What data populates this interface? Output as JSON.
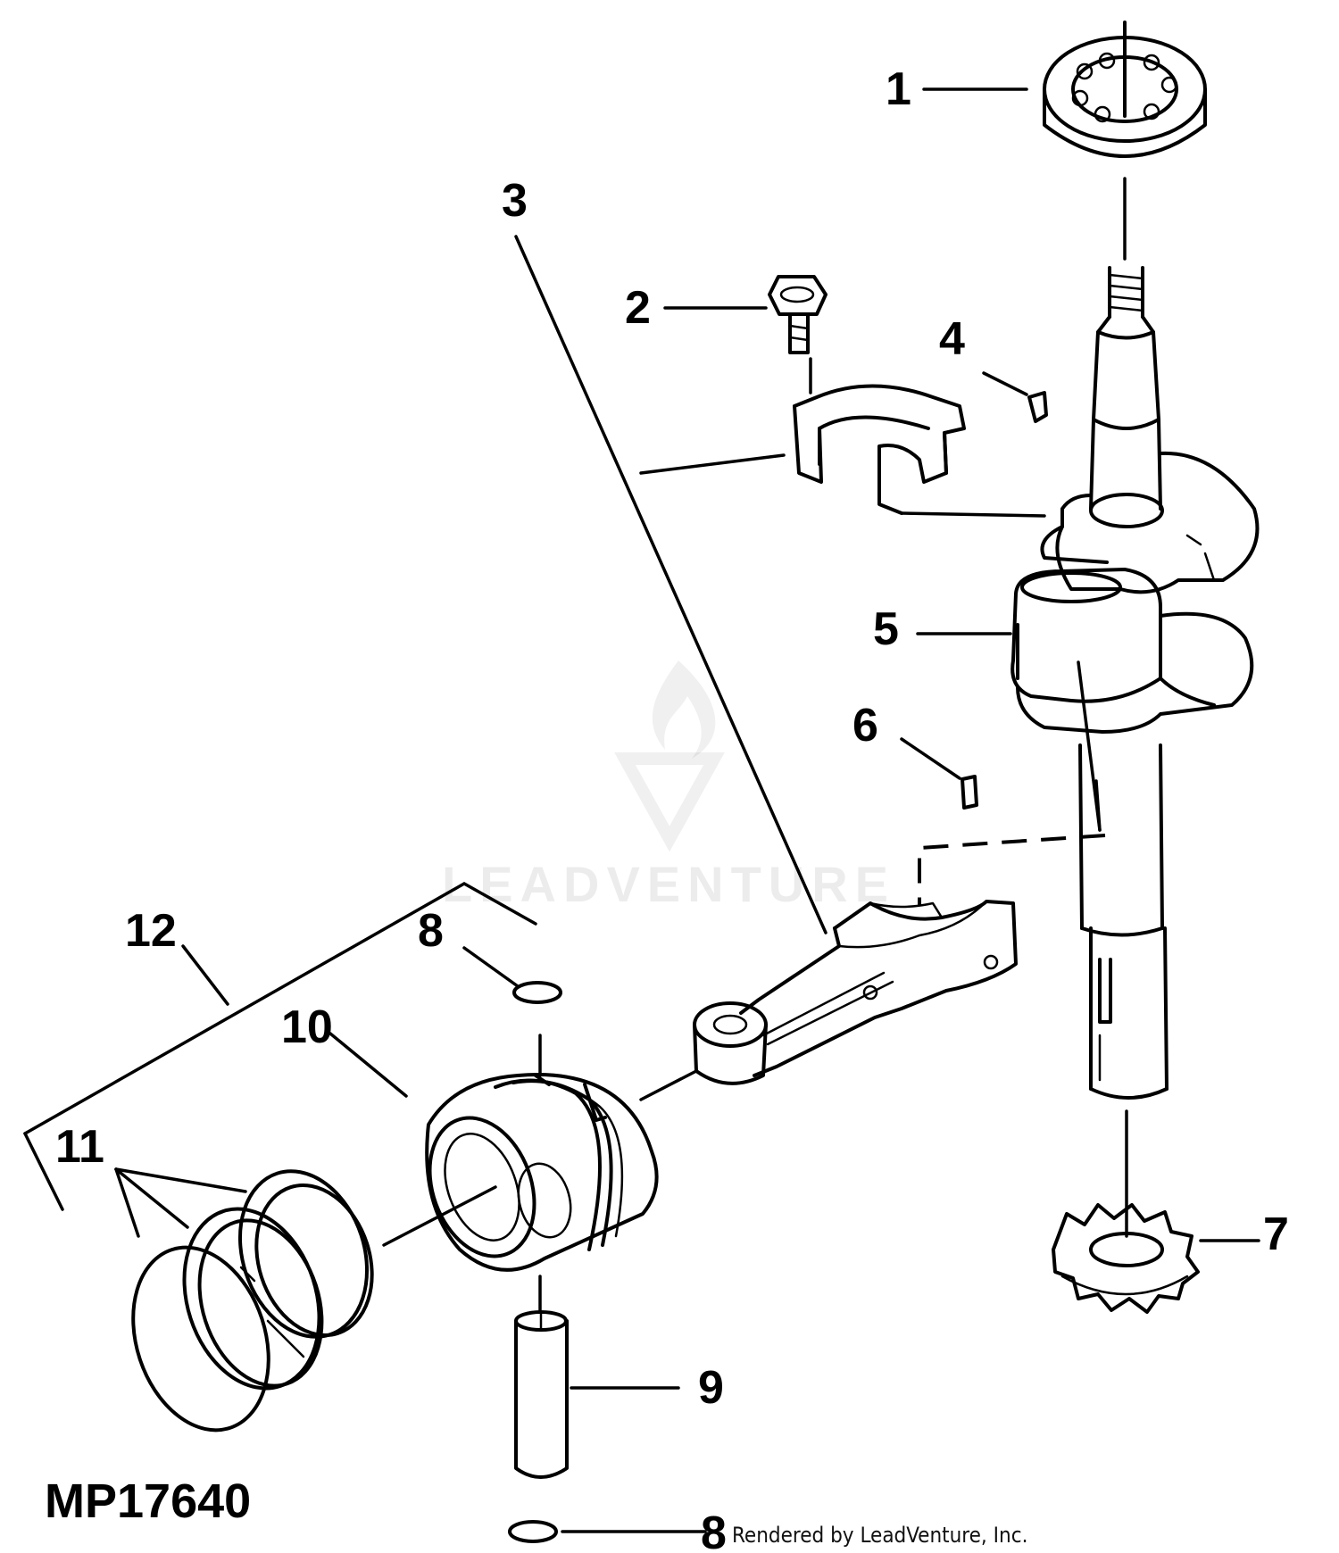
{
  "figure_code": "MP17640",
  "credit": "Rendered by LeadVenture, Inc.",
  "watermark": "LEADVENTURE",
  "callouts": [
    {
      "id": "bearing",
      "label": "1"
    },
    {
      "id": "cap-screw",
      "label": "2"
    },
    {
      "id": "connecting-rod-assembly",
      "label": "3"
    },
    {
      "id": "key-top",
      "label": "4"
    },
    {
      "id": "crankshaft",
      "label": "5"
    },
    {
      "id": "key-bottom",
      "label": "6"
    },
    {
      "id": "crank-gear",
      "label": "7"
    },
    {
      "id": "retaining-ring-top",
      "label": "8"
    },
    {
      "id": "piston-pin",
      "label": "9"
    },
    {
      "id": "piston",
      "label": "10"
    },
    {
      "id": "piston-rings",
      "label": "11"
    },
    {
      "id": "piston-assembly",
      "label": "12"
    },
    {
      "id": "retaining-ring-bottom",
      "label": "8"
    }
  ]
}
